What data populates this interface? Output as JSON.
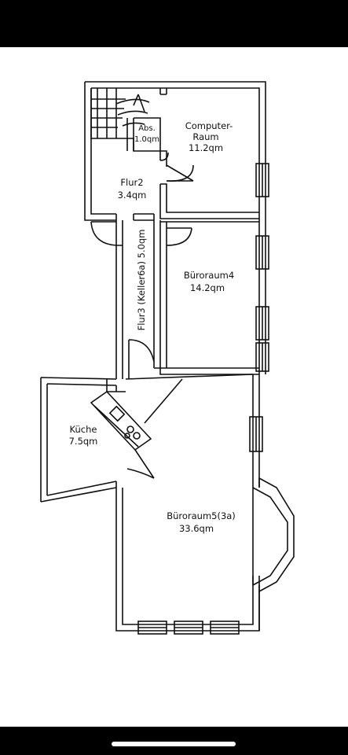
{
  "plan": {
    "rooms": [
      {
        "id": "computer-raum",
        "lines": [
          "Computer-",
          "Raum",
          "11.2qm"
        ]
      },
      {
        "id": "abs",
        "lines": [
          "Abs.",
          "1.0qm"
        ]
      },
      {
        "id": "flur2",
        "lines": [
          "Flur2",
          "3.4qm"
        ]
      },
      {
        "id": "flur3",
        "lines": [
          "Flur3  (Keller6a)  5.0qm"
        ]
      },
      {
        "id": "bueroraum4",
        "lines": [
          "Büroraum4",
          "14.2qm"
        ]
      },
      {
        "id": "kueche",
        "lines": [
          "Küche",
          "7.5qm"
        ]
      },
      {
        "id": "bueroraum5",
        "lines": [
          "Büroraum5(3a)",
          "33.6qm"
        ]
      }
    ]
  },
  "colors": {
    "line": "#111111",
    "paper": "#ffffff",
    "bars": "#000000"
  }
}
